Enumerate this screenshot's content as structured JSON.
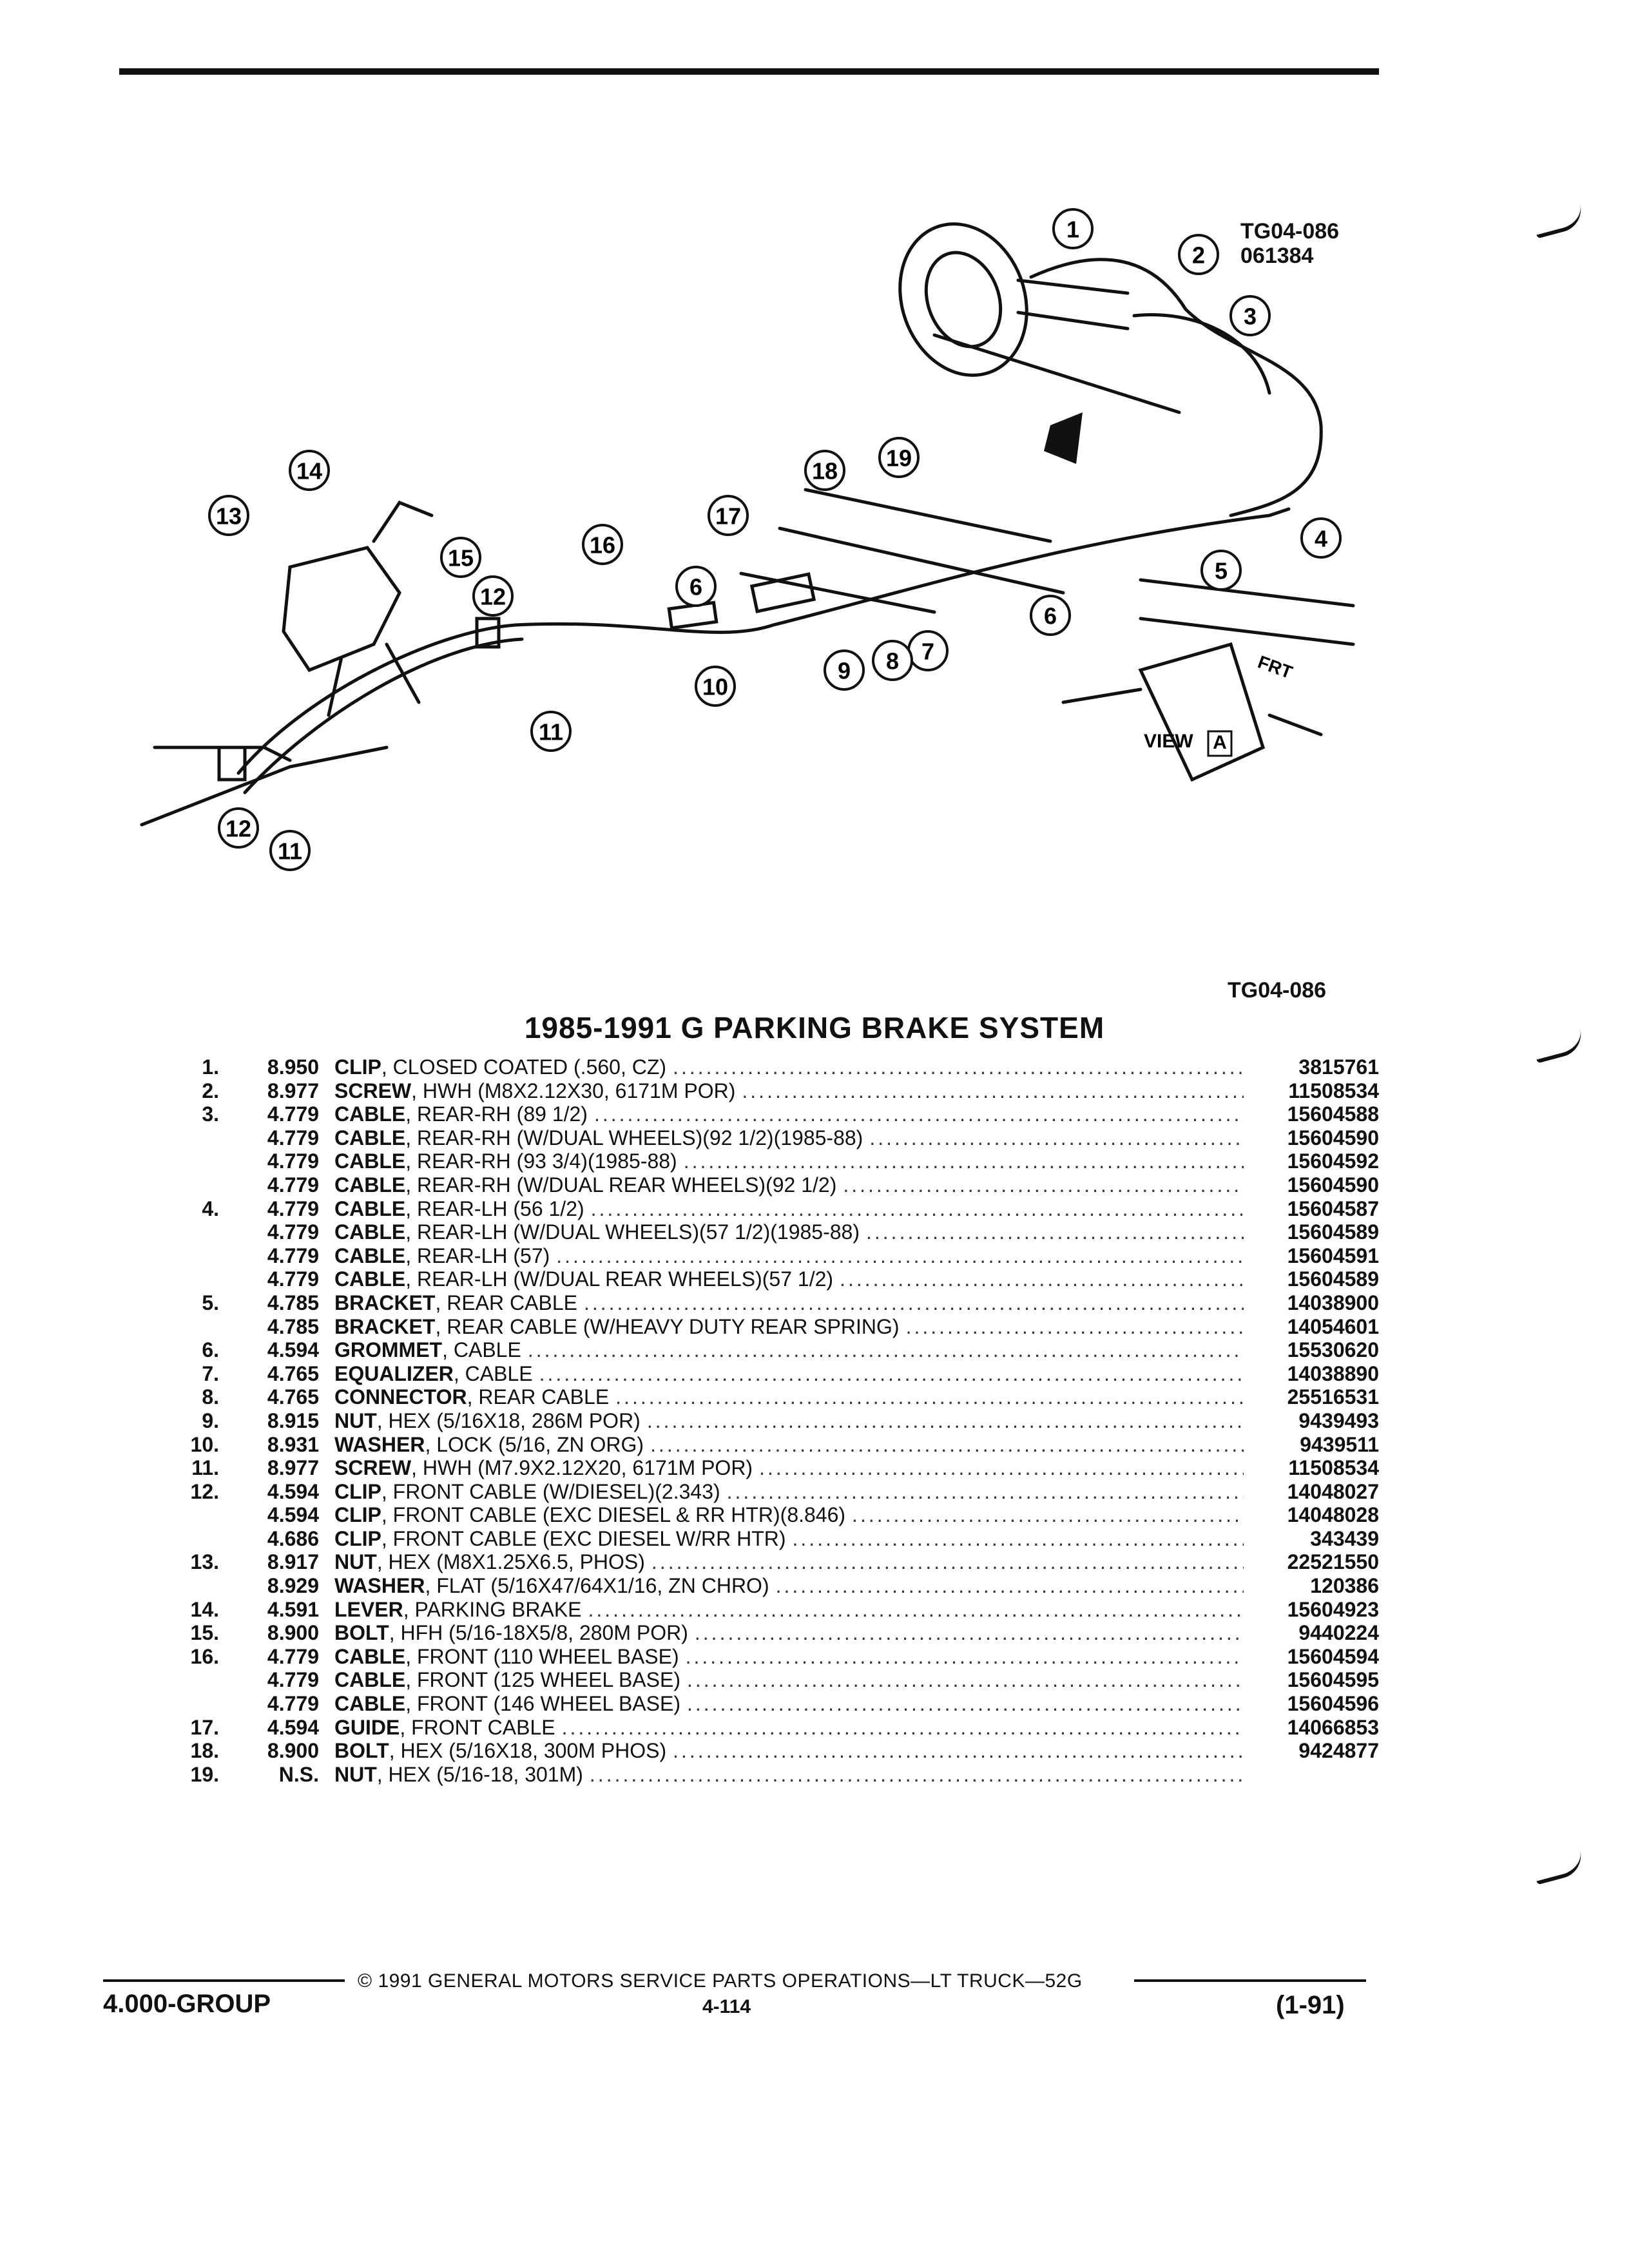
{
  "header": {
    "ref_code_top": "TG04-086",
    "ref_code_sub": "061384"
  },
  "diagram": {
    "callouts": [
      "1",
      "2",
      "3",
      "4",
      "5",
      "6",
      "6",
      "7",
      "8",
      "9",
      "10",
      "11",
      "11",
      "12",
      "12",
      "13",
      "14",
      "15",
      "16",
      "17",
      "18",
      "19"
    ],
    "view_label": "VIEW",
    "view_letter": "A",
    "frt_label": "FRT",
    "ref_code": "TG04-086"
  },
  "title": "1985-1991 G PARKING BRAKE SYSTEM",
  "parts": [
    {
      "num": "1.",
      "code": "8.950",
      "name": "CLIP",
      "detail": ", CLOSED COATED (.560, CZ)",
      "pn": "3815761"
    },
    {
      "num": "2.",
      "code": "8.977",
      "name": "SCREW",
      "detail": ", HWH (M8X2.12X30, 6171M POR)",
      "pn": "11508534"
    },
    {
      "num": "3.",
      "code": "4.779",
      "name": "CABLE",
      "detail": ", REAR-RH (89 1/2)",
      "pn": "15604588"
    },
    {
      "num": "",
      "code": "4.779",
      "name": "CABLE",
      "detail": ", REAR-RH (W/DUAL WHEELS)(92 1/2)(1985-88)",
      "pn": "15604590"
    },
    {
      "num": "",
      "code": "4.779",
      "name": "CABLE",
      "detail": ", REAR-RH (93 3/4)(1985-88)",
      "pn": "15604592"
    },
    {
      "num": "",
      "code": "4.779",
      "name": "CABLE",
      "detail": ", REAR-RH (W/DUAL REAR WHEELS)(92 1/2)",
      "pn": "15604590"
    },
    {
      "num": "4.",
      "code": "4.779",
      "name": "CABLE",
      "detail": ", REAR-LH (56 1/2)",
      "pn": "15604587"
    },
    {
      "num": "",
      "code": "4.779",
      "name": "CABLE",
      "detail": ", REAR-LH (W/DUAL WHEELS)(57 1/2)(1985-88)",
      "pn": "15604589"
    },
    {
      "num": "",
      "code": "4.779",
      "name": "CABLE",
      "detail": ", REAR-LH (57)",
      "pn": "15604591"
    },
    {
      "num": "",
      "code": "4.779",
      "name": "CABLE",
      "detail": ", REAR-LH (W/DUAL REAR WHEELS)(57 1/2)",
      "pn": "15604589"
    },
    {
      "num": "5.",
      "code": "4.785",
      "name": "BRACKET",
      "detail": ", REAR CABLE",
      "pn": "14038900"
    },
    {
      "num": "",
      "code": "4.785",
      "name": "BRACKET",
      "detail": ", REAR CABLE (W/HEAVY DUTY REAR SPRING)",
      "pn": "14054601"
    },
    {
      "num": "6.",
      "code": "4.594",
      "name": "GROMMET",
      "detail": ", CABLE",
      "pn": "15530620"
    },
    {
      "num": "7.",
      "code": "4.765",
      "name": "EQUALIZER",
      "detail": ", CABLE",
      "pn": "14038890"
    },
    {
      "num": "8.",
      "code": "4.765",
      "name": "CONNECTOR",
      "detail": ", REAR CABLE",
      "pn": "25516531"
    },
    {
      "num": "9.",
      "code": "8.915",
      "name": "NUT",
      "detail": ", HEX (5/16X18, 286M POR)",
      "pn": "9439493"
    },
    {
      "num": "10.",
      "code": "8.931",
      "name": "WASHER",
      "detail": ", LOCK (5/16, ZN ORG)",
      "pn": "9439511"
    },
    {
      "num": "11.",
      "code": "8.977",
      "name": "SCREW",
      "detail": ", HWH (M7.9X2.12X20, 6171M POR)",
      "pn": "11508534"
    },
    {
      "num": "12.",
      "code": "4.594",
      "name": "CLIP",
      "detail": ", FRONT CABLE (W/DIESEL)(2.343)",
      "pn": "14048027"
    },
    {
      "num": "",
      "code": "4.594",
      "name": "CLIP",
      "detail": ", FRONT CABLE (EXC DIESEL & RR HTR)(8.846)",
      "pn": "14048028"
    },
    {
      "num": "",
      "code": "4.686",
      "name": "CLIP",
      "detail": ", FRONT CABLE (EXC DIESEL W/RR HTR)",
      "pn": "343439"
    },
    {
      "num": "13.",
      "code": "8.917",
      "name": "NUT",
      "detail": ", HEX (M8X1.25X6.5, PHOS)",
      "pn": "22521550"
    },
    {
      "num": "",
      "code": "8.929",
      "name": "WASHER",
      "detail": ", FLAT (5/16X47/64X1/16, ZN CHRO)",
      "pn": "120386"
    },
    {
      "num": "14.",
      "code": "4.591",
      "name": "LEVER",
      "detail": ", PARKING BRAKE",
      "pn": "15604923"
    },
    {
      "num": "15.",
      "code": "8.900",
      "name": "BOLT",
      "detail": ", HFH (5/16-18X5/8, 280M POR)",
      "pn": "9440224"
    },
    {
      "num": "16.",
      "code": "4.779",
      "name": "CABLE",
      "detail": ", FRONT (110 WHEEL BASE)",
      "pn": "15604594"
    },
    {
      "num": "",
      "code": "4.779",
      "name": "CABLE",
      "detail": ", FRONT (125 WHEEL BASE)",
      "pn": "15604595"
    },
    {
      "num": "",
      "code": "4.779",
      "name": "CABLE",
      "detail": ", FRONT (146 WHEEL BASE)",
      "pn": "15604596"
    },
    {
      "num": "17.",
      "code": "4.594",
      "name": "GUIDE",
      "detail": ", FRONT CABLE",
      "pn": "14066853"
    },
    {
      "num": "18.",
      "code": "8.900",
      "name": "BOLT",
      "detail": ", HEX (5/16X18, 300M PHOS)",
      "pn": "9424877"
    },
    {
      "num": "19.",
      "code": "N.S.",
      "name": "NUT",
      "detail": ", HEX (5/16-18, 301M)",
      "pn": ""
    }
  ],
  "footer": {
    "copyright": "© 1991 GENERAL MOTORS SERVICE PARTS OPERATIONS—LT TRUCK—52G",
    "group": "4.000-GROUP",
    "page": "4-114",
    "date_code": "(1-91)"
  }
}
